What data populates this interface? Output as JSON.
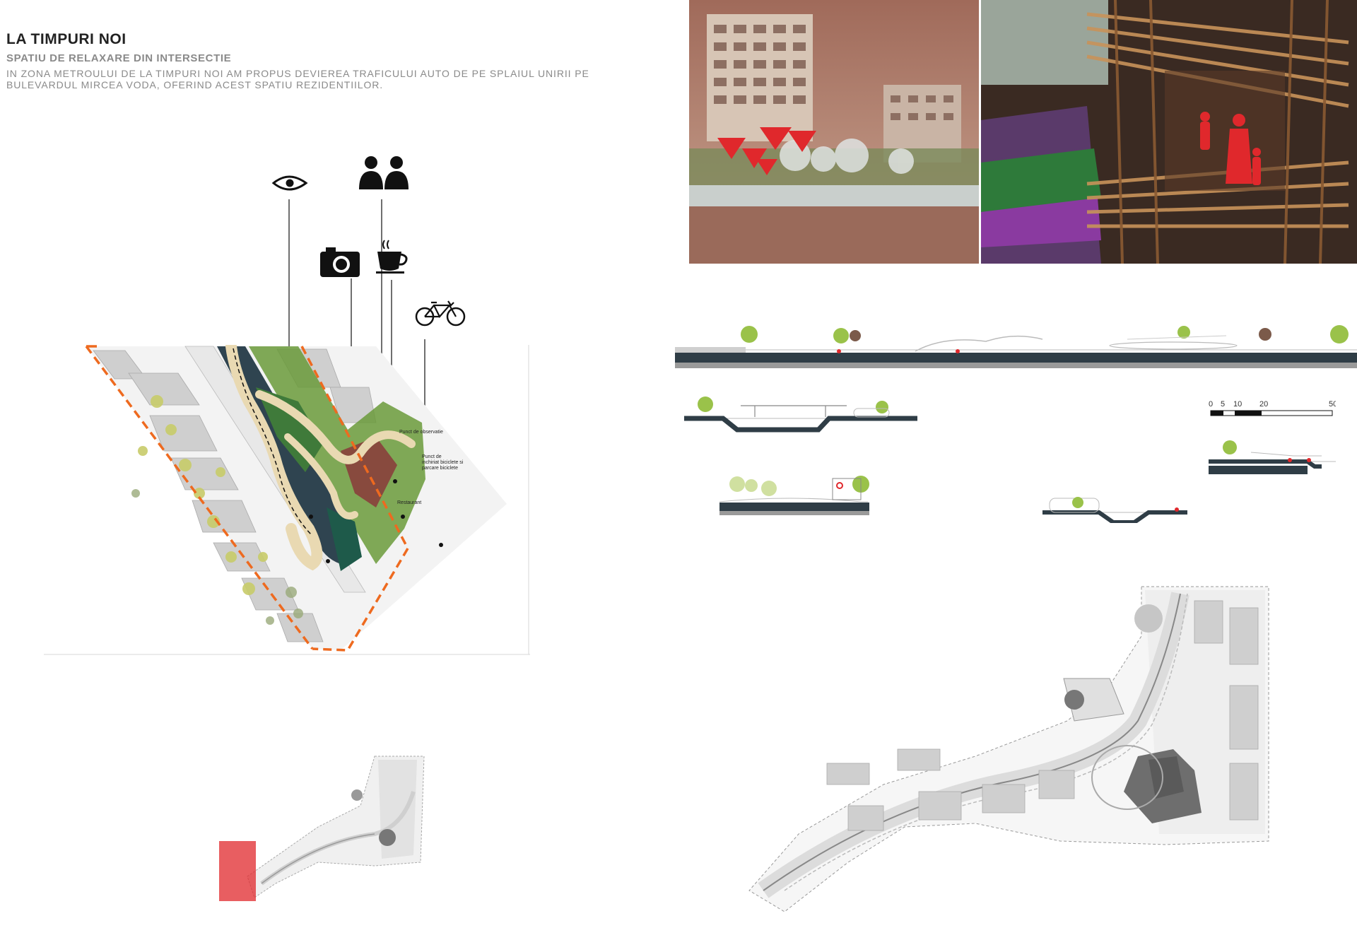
{
  "header": {
    "title": "LA TIMPURI NOI",
    "subtitle": "SPATIU DE RELAXARE DIN INTERSECTIE",
    "description": "IN ZONA METROULUI DE LA TIMPURI NOI AM PROPUS DEVIEREA TRAFICULUI AUTO DE PE SPLAIUL UNIRII PE BULEVARDUL MIRCEA VODA, OFERIND ACEST SPATIU REZIDENTIILOR."
  },
  "legend_icons": [
    {
      "name": "eye-icon"
    },
    {
      "name": "people-icon"
    },
    {
      "name": "camera-icon"
    },
    {
      "name": "coffee-cup-icon"
    },
    {
      "name": "bicycle-icon"
    }
  ],
  "site_plan": {
    "labels": {
      "lookout": "Punct de observatie",
      "bike_point_1": "Punct de",
      "bike_point_2": "inchiriat biciclete si",
      "bike_point_3": "parcare biciclete",
      "restaurant": "Restaurant"
    }
  },
  "scale_bar": {
    "ticks": [
      "0",
      "5",
      "10",
      "20",
      "50"
    ]
  },
  "colors": {
    "accent_red": "#e0282c",
    "boundary_orange": "#ee6a1f",
    "canal": "#2f4450",
    "greenery": "#6a9a3a",
    "path_beige": "#e9d9b2"
  }
}
